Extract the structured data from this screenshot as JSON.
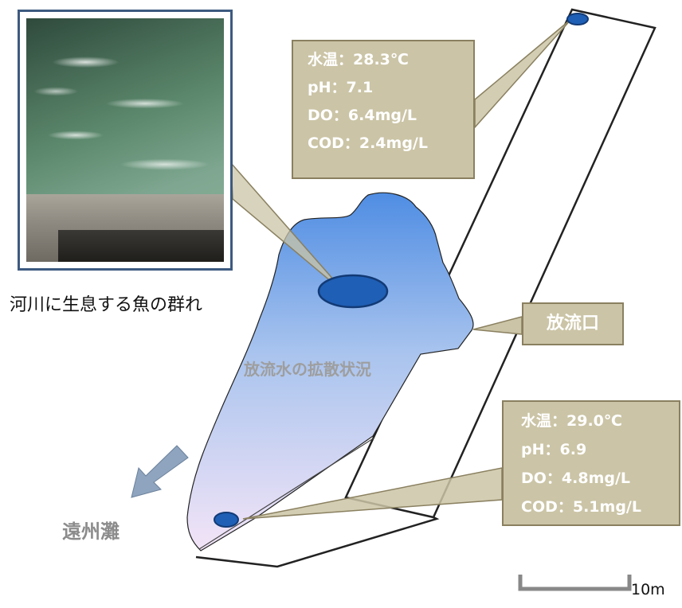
{
  "photo": {
    "caption": "河川に生息する魚の群れ"
  },
  "callouts": {
    "top": [
      "水温：28.3℃",
      "pH：7.1",
      "DO：6.4mg/L",
      "COD：2.4mg/L"
    ],
    "bottom": [
      "水温：29.0℃",
      "pH：6.9",
      "DO：4.8mg/L",
      "COD：5.1mg/L"
    ]
  },
  "labels": {
    "outlet": "放流口",
    "plume": "放流水の拡散状況",
    "sea": "遠州灘",
    "scale": "10m"
  },
  "colors": {
    "callout_fill": "#cbc4a6",
    "callout_border": "#8a8060",
    "callout_text": "#ffffff",
    "plume_top": "#4f8de3",
    "plume_bottom": "#f3e4f7",
    "marker": "#1f5fb5",
    "arrow": "#8ea4bf",
    "photo_border": "#3d5a80"
  }
}
